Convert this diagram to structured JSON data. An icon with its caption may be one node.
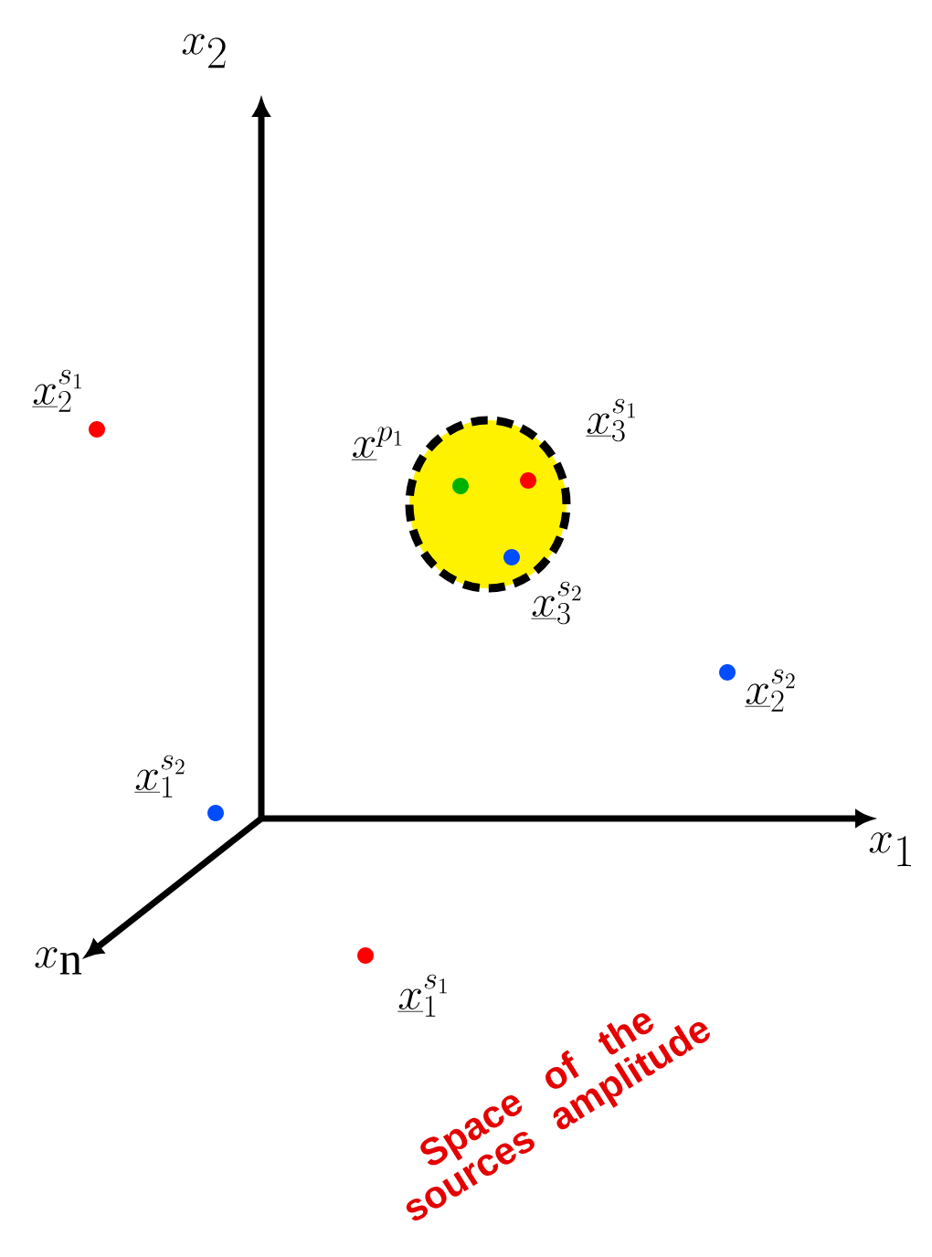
{
  "diagram": {
    "labels": [
      "x_2",
      "\\underline{x}_2^{s_1}",
      "\\underline{x}^{p_1}",
      "\\underline{x}_3^{s_1}",
      "\\underline{x}_3^{s_2}",
      "\\underline{x}_2^{s_2}",
      "\\underline{x}_1^{s_2}",
      "x_1",
      "x_\\mathrm{n}",
      "\\underline{x}_1^{s_1}",
      "Space of the sources amplitude"
    ]
  }
}
